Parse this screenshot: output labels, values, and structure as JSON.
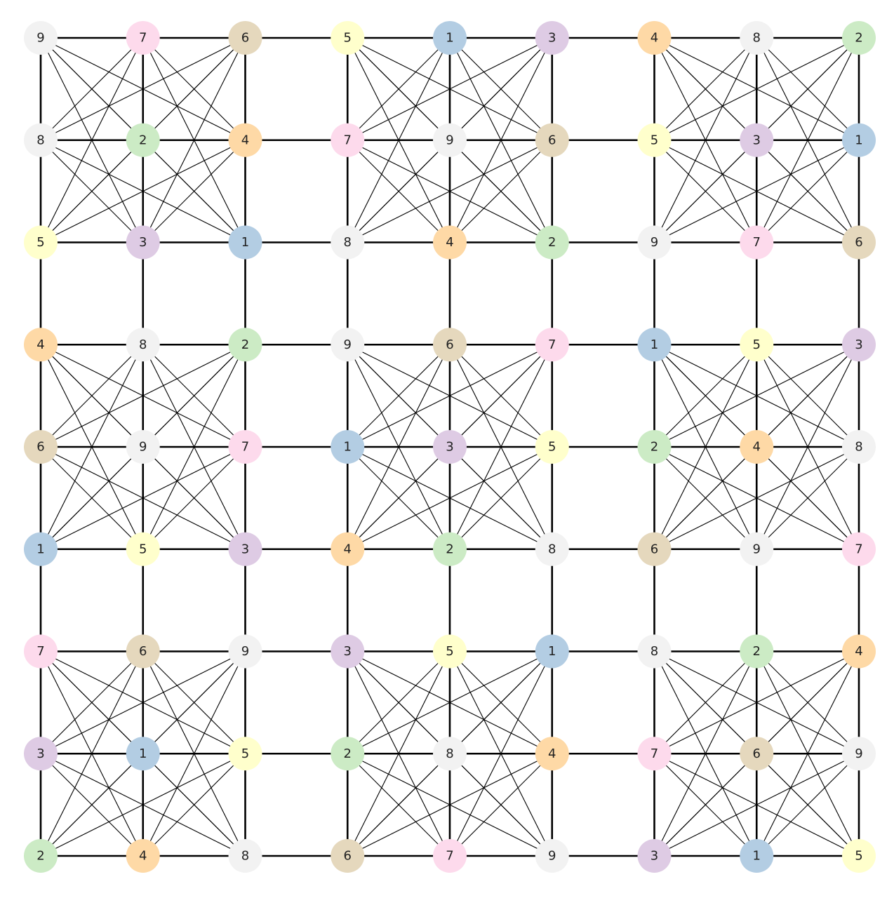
{
  "colors": {
    "1": "#b3cde3",
    "2": "#ccebc5",
    "3": "#decbe4",
    "4": "#fed9a6",
    "5": "#ffffcc",
    "6": "#e5d8bd",
    "7": "#fddaec",
    "8": "#f2f2f2",
    "9": "#f2f2f2",
    "edge": "#000000",
    "label": "#222222",
    "background": "#ffffff"
  },
  "grid": [
    [
      "9",
      "7",
      "6",
      "5",
      "1",
      "3",
      "4",
      "8",
      "2"
    ],
    [
      "8",
      "2",
      "4",
      "7",
      "9",
      "6",
      "5",
      "3",
      "1"
    ],
    [
      "5",
      "3",
      "1",
      "8",
      "4",
      "2",
      "9",
      "7",
      "6"
    ],
    [
      "4",
      "8",
      "2",
      "9",
      "6",
      "7",
      "1",
      "5",
      "3"
    ],
    [
      "6",
      "9",
      "7",
      "1",
      "3",
      "5",
      "2",
      "4",
      "8"
    ],
    [
      "1",
      "5",
      "3",
      "4",
      "2",
      "8",
      "6",
      "9",
      "7"
    ],
    [
      "7",
      "6",
      "9",
      "3",
      "5",
      "1",
      "8",
      "2",
      "4"
    ],
    [
      "3",
      "1",
      "5",
      "2",
      "8",
      "4",
      "7",
      "6",
      "9"
    ],
    [
      "2",
      "4",
      "8",
      "6",
      "7",
      "9",
      "3",
      "1",
      "5"
    ]
  ]
}
